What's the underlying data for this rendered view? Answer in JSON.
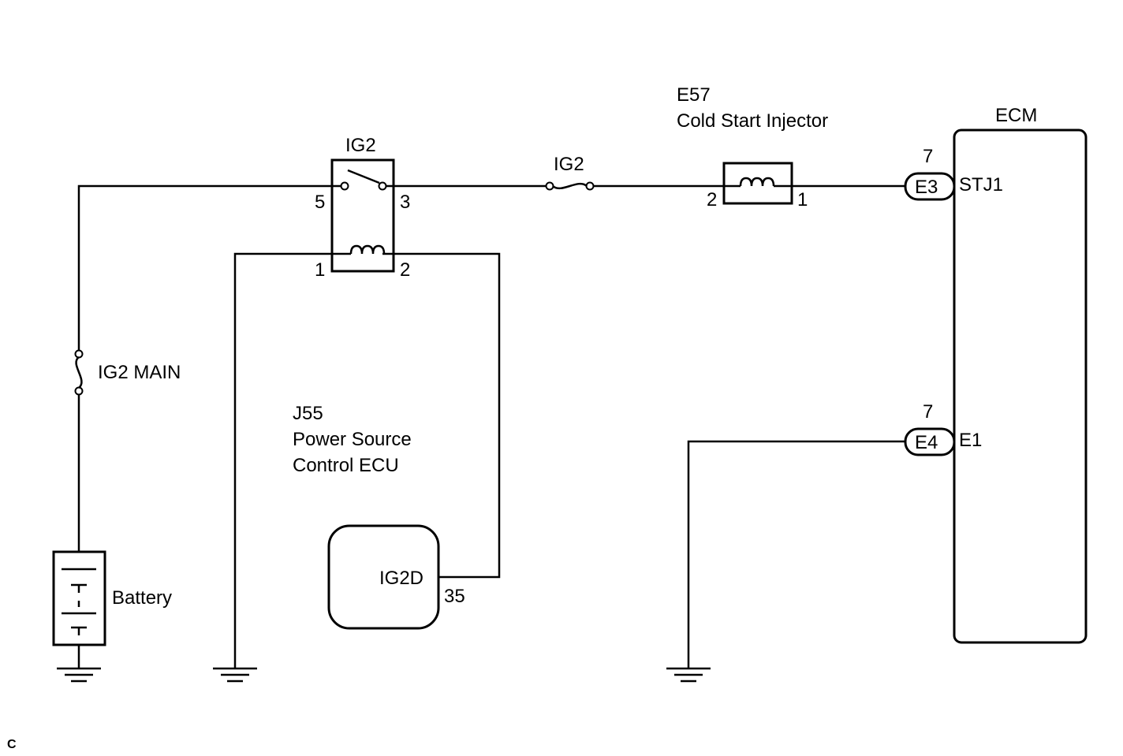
{
  "components": {
    "battery": {
      "label": "Battery"
    },
    "ig2_main_fuse": {
      "label": "IG2 MAIN"
    },
    "ig2_relay": {
      "label": "IG2",
      "pins": {
        "p5": "5",
        "p3": "3",
        "p1": "1",
        "p2": "2"
      }
    },
    "ig2_fuse": {
      "label": "IG2"
    },
    "cold_start_injector": {
      "code": "E57",
      "name": "Cold Start Injector",
      "pins": {
        "p2": "2",
        "p1": "1"
      }
    },
    "ecm": {
      "label": "ECM",
      "terminals": [
        {
          "connector": "E3",
          "pin": "7",
          "name": "STJ1"
        },
        {
          "connector": "E4",
          "pin": "7",
          "name": "E1"
        }
      ]
    },
    "power_source_ecu": {
      "code": "J55",
      "name_line1": "Power Source",
      "name_line2": "Control ECU",
      "terminal": "IG2D",
      "pin": "35"
    }
  },
  "corner_mark": "C"
}
